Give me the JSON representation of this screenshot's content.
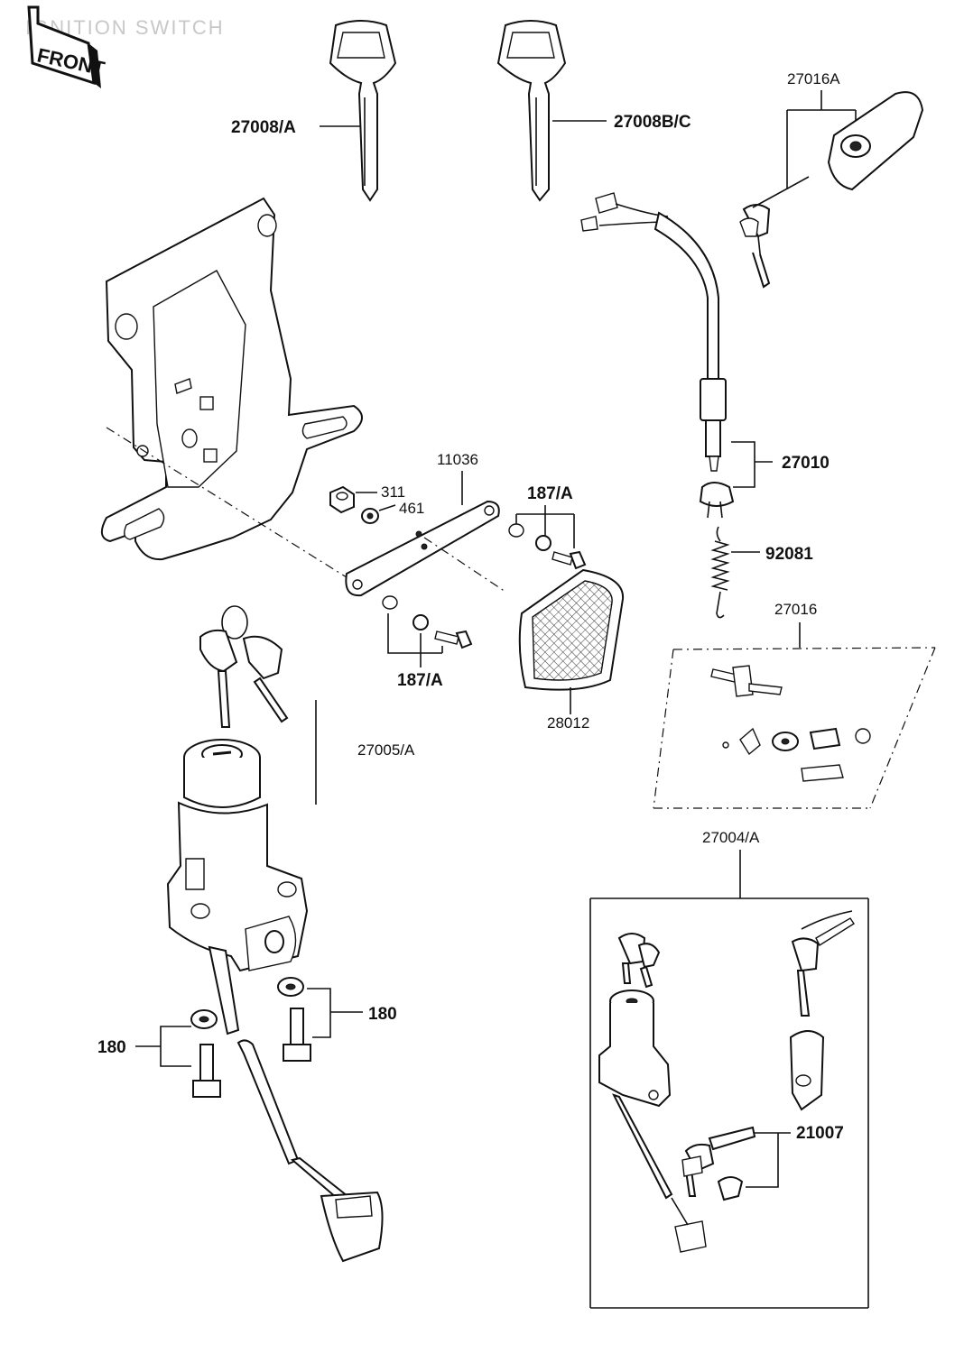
{
  "header": {
    "section_title": "IGNITION SWITCH",
    "front_badge": "FRONT"
  },
  "callouts": {
    "key_a": "27008/A",
    "key_bc": "27008B/C",
    "lock_set_top": "27016A",
    "switch_cable": "27010",
    "spring": "92081",
    "lock_kit": "27016",
    "bracket_plate": "11036",
    "nut": "311",
    "washer": "461",
    "screw_top": "187/A",
    "screw_bottom": "187/A",
    "reflector": "28012",
    "keys_main": "27005/A",
    "bolt_left": "180",
    "bolt_right": "180",
    "switch_assembly": "27004/A",
    "key_set": "21007"
  },
  "icons": [
    "key-icon",
    "ignition-switch-icon",
    "bracket-icon",
    "reflector-icon",
    "spring-icon",
    "bolt-icon",
    "washer-icon",
    "nut-icon",
    "lock-icon",
    "front-arrow-icon"
  ]
}
